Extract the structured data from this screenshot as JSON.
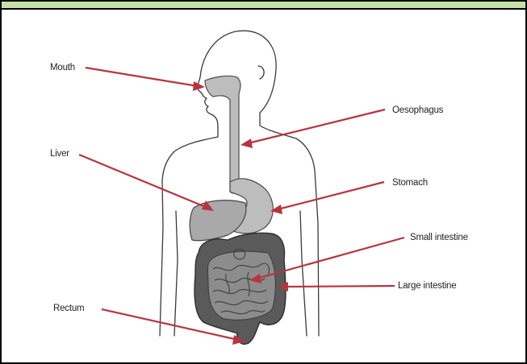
{
  "diagram": {
    "labels": {
      "mouth": "Mouth",
      "oesophagus": "Oesophagus",
      "liver": "Liver",
      "stomach": "Stomach",
      "small_intestine": "Small intestine",
      "large_intestine": "Large intestine",
      "rectum": "Rectum"
    }
  },
  "colors": {
    "header_band": "#c6e3a4",
    "arrow": "#b8343f",
    "organ_fill_light": "#bdbdbd",
    "organ_fill_dark": "#5a5a5a"
  }
}
